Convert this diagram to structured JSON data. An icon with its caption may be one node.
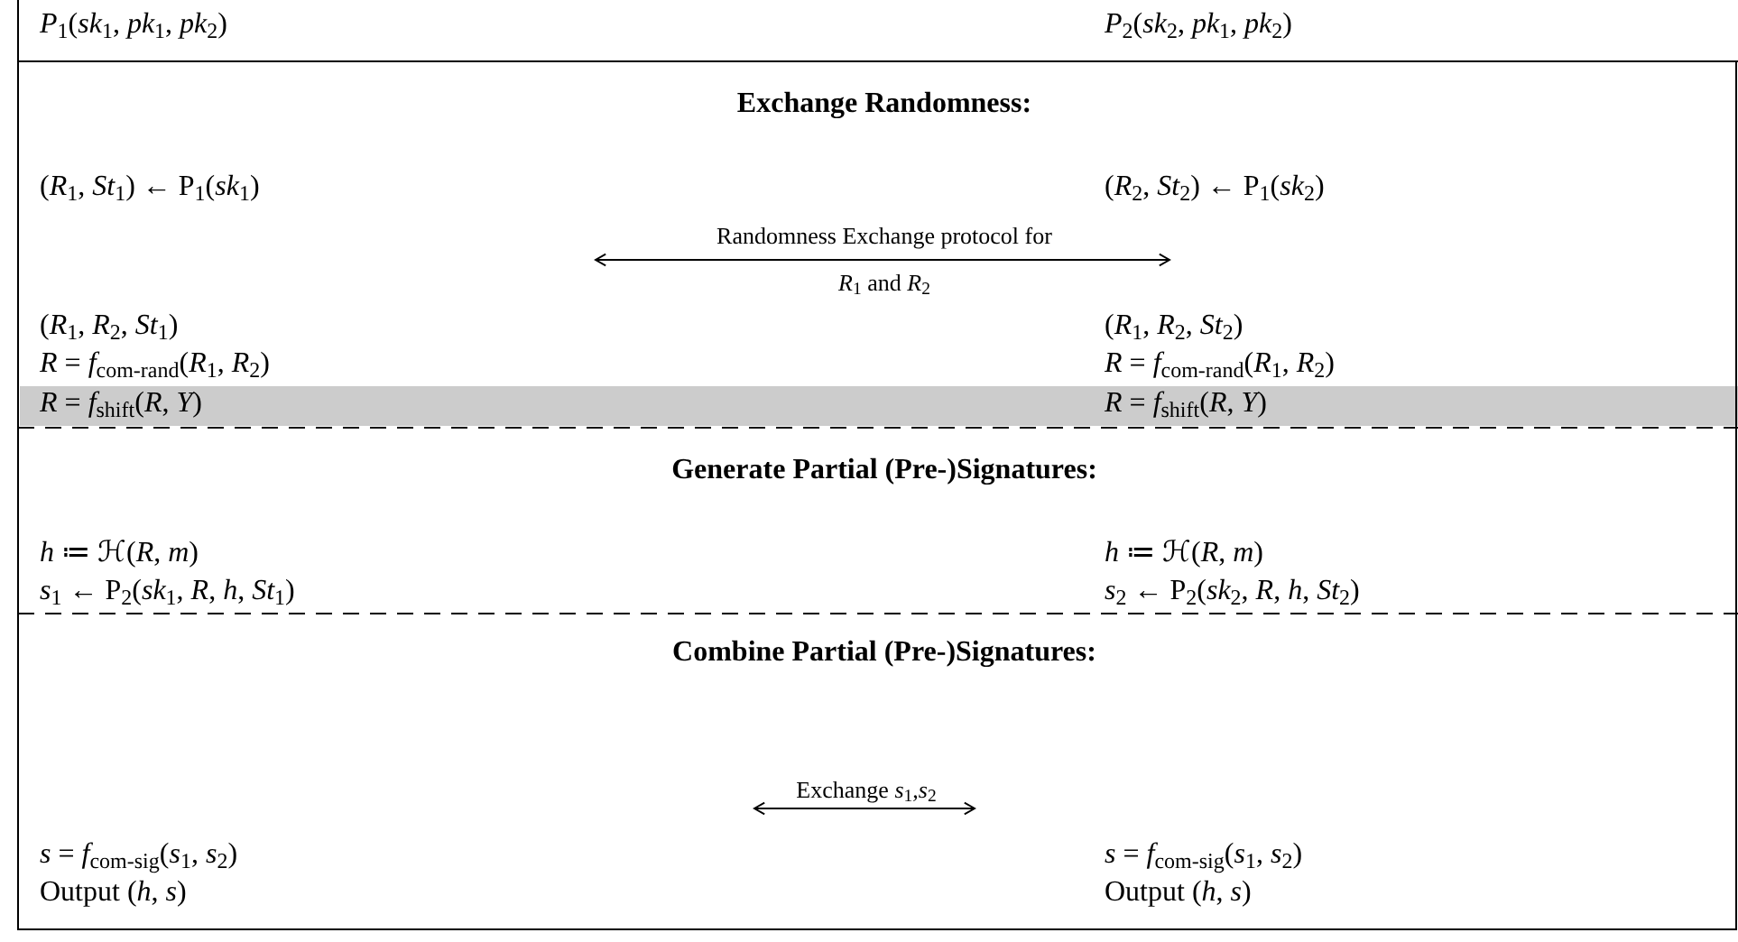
{
  "diagram": {
    "labels": [
      "*P*$_{1}$(*sk*$_{1}$, *pk*$_{1}$, *pk*$_{2}$)",
      "*P*$_{2}$(*sk*$_{2}$, *pk*$_{1}$, *pk*$_{2}$)",
      "Exchange Randomness:",
      "(*R*$_{1}$, *St*$_{1}$) ← P$_{1}$(*sk*$_{1}$)",
      "(*R*$_{2}$, *St*$_{2}$) ← P$_{1}$(*sk*$_{2}$)",
      "Randomness Exchange protocol for *R*$_{1}$ and *R*$_{2}$",
      "(*R*$_{1}$, *R*$_{2}$, *St*$_{1}$)",
      "(*R*$_{1}$, *R*$_{2}$, *St*$_{2}$)",
      "*R* = *f*$_{com-rand}$(*R*$_{1}$, *R*$_{2}$)",
      "*R* = *f*$_{com-rand}$(*R*$_{1}$, *R*$_{2}$)",
      "*R* = *f*$_{shift}$(*R*, *Y*)",
      "*R* = *f*$_{shift}$(*R*, *Y*)",
      "Generate Partial (Pre-)Signatures:",
      "*h* ≔ ℋ(*R*, *m*)",
      "*h* ≔ ℋ(*R*, *m*)",
      "*s*$_{1}$ ← P$_{2}$(*sk*$_{1}$, *R*, *h*, *St*$_{1}$)",
      "*s*$_{2}$ ← P$_{2}$(*sk*$_{2}$, *R*, *h*, *St*$_{2}$)",
      "Combine Partial (Pre-)Signatures:",
      "Exchange *s*$_{1}$,*s*$_{2}$",
      "*s* = *f*$_{com-sig}$(*s*$_{1}$, *s*$_{2}$)",
      "*s* = *f*$_{com-sig}$(*s*$_{1}$, *s*$_{2}$)",
      "Output (*h*, *s*)",
      "Output (*h*, *s*)"
    ]
  }
}
